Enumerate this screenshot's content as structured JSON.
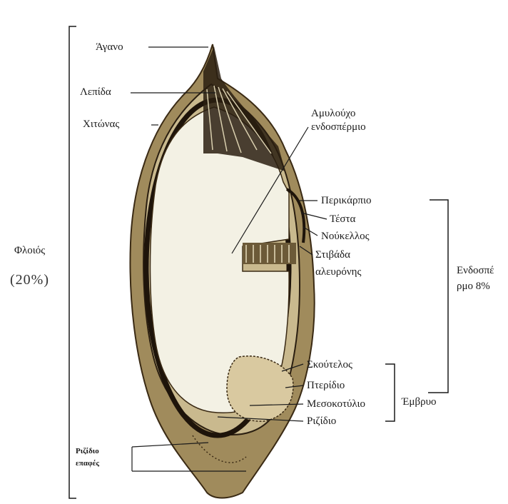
{
  "labels": {
    "agano": "Άγανο",
    "lepida": "Λεπίδα",
    "chitonas": "Χιτώνας",
    "amylo1": "Αμυλούχο",
    "amylo2": "ενδοσπέρμιο",
    "perikarpio": "Περικάρπιο",
    "testa": "Τέστα",
    "noukellos": "Νούκελλος",
    "stivada1": "Στιβάδα",
    "stivada2": "αλευρόνης",
    "skoutelos": "Σκούτελος",
    "pteridio": "Πτερίδιο",
    "mesokotylo": "Μεσοκοτύλιο",
    "rizidio": "Ριζίδιο",
    "rizidio_eprafes1": "Ριζίδιο",
    "rizidio_eprafes2": "επαφές",
    "floios": "Φλοιός",
    "floios_pct": "(20%)",
    "endosp1": "Ενδοσπέ",
    "endosp2": "ρμο 8%",
    "emvryo": "Έμβρυο"
  },
  "colors": {
    "hull": "#8a7448",
    "hull_dark": "#2a1e10",
    "endosperm": "#f3f1e4",
    "line": "#1a1a1a"
  }
}
